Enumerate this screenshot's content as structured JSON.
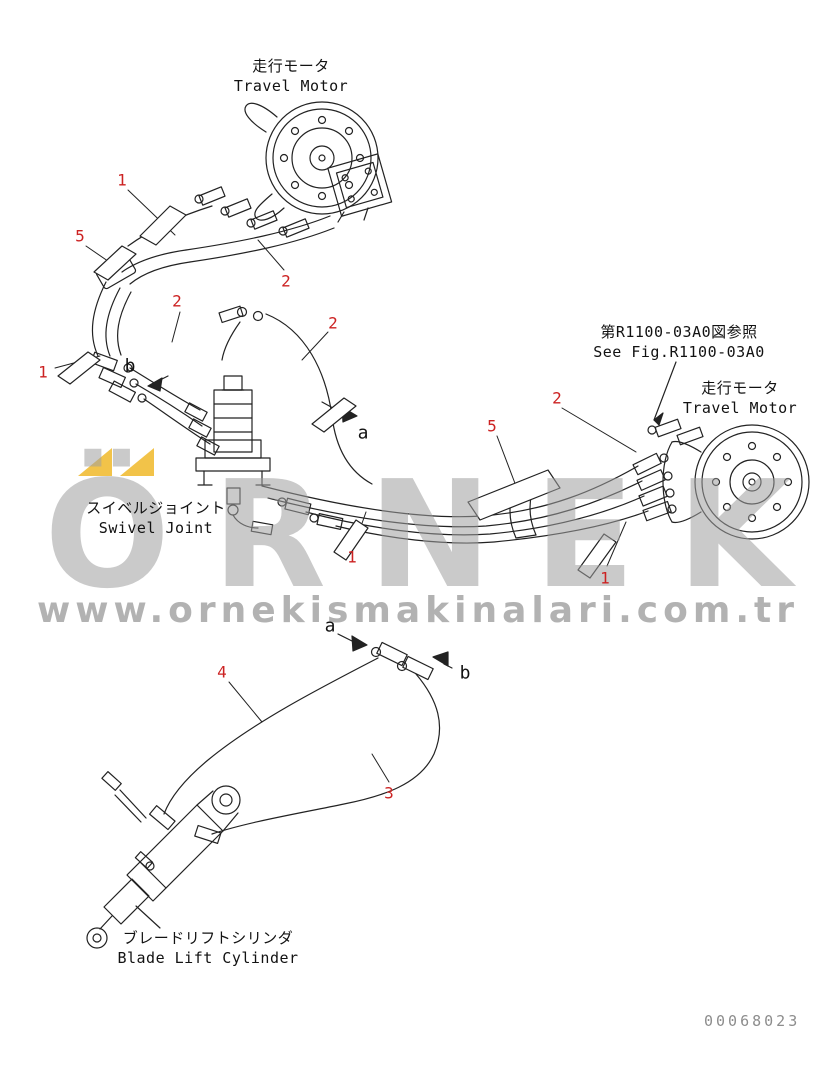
{
  "page": {
    "doc_number": "00068023"
  },
  "watermark": {
    "logo_text": "ÖRNEK",
    "url_text": "www.ornekismakinalari.com.tr",
    "text_color": "#9e9e9e",
    "accent_color": "#f0b929"
  },
  "colors": {
    "callout_number": "#cc2222",
    "line_art": "#222222"
  },
  "labels": {
    "travel_motor_top": {
      "jp": "走行モータ",
      "en": "Travel Motor"
    },
    "see_fig_ref": {
      "jp": "第R1100-03A0図参照",
      "en": "See Fig.R1100-03A0"
    },
    "travel_motor_right": {
      "jp": "走行モータ",
      "en": "Travel Motor"
    },
    "swivel_joint": {
      "jp": "スイベルジョイント",
      "en": "Swivel Joint"
    },
    "blade_lift_cylinder": {
      "jp": "ブレードリフトシリンダ",
      "en": "Blade Lift Cylinder"
    }
  },
  "callouts": [
    {
      "number": "1"
    },
    {
      "number": "5"
    },
    {
      "number": "2"
    },
    {
      "number": "2"
    },
    {
      "number": "2"
    },
    {
      "number": "1"
    },
    {
      "number": "2"
    },
    {
      "number": "5"
    },
    {
      "number": "1"
    },
    {
      "number": "1"
    },
    {
      "number": "4"
    },
    {
      "number": "3"
    }
  ],
  "view_letters": [
    {
      "letter": "b"
    },
    {
      "letter": "a"
    },
    {
      "letter": "a"
    },
    {
      "letter": "b"
    }
  ]
}
